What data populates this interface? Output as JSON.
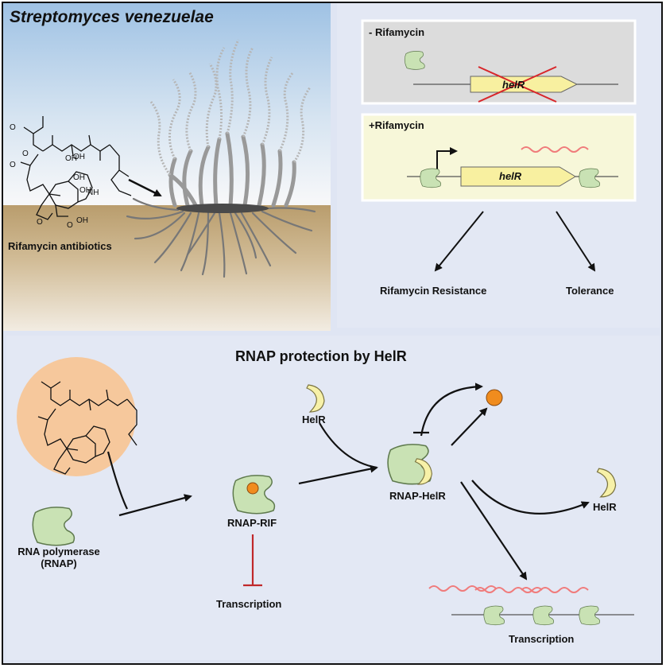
{
  "top_left": {
    "organism": "Streptomyces venezuelae",
    "antibiotic_label": "Rifamycin antibiotics"
  },
  "top_right": {
    "minus_condition": "- Rifamycin",
    "plus_condition": "+Rifamycin",
    "gene_label": "helR",
    "outcome_resistance": "Rifamycin Resistance",
    "outcome_tolerance": "Tolerance"
  },
  "bottom": {
    "title": "RNAP protection by HelR",
    "rnap_label_line1": "RNA polymerase",
    "rnap_label_line2": "(RNAP)",
    "rnap_rif_label": "RNAP-RIF",
    "helr_label": "HelR",
    "rnap_helr_label": "RNAP-HelR",
    "helr_released_label": "HelR",
    "transcription_blocked_label": "Transcription",
    "transcription_active_label": "Transcription"
  },
  "colors": {
    "rnap_fill": "#c9e2b4",
    "helr_fill": "#f7f1a8",
    "rifamycin_dot": "#f08c1e",
    "rifamycin_halo": "#f6c89c",
    "gene_fill": "#f8f0a0",
    "mrna": "#f07b7b",
    "inhibition": "#c0282a",
    "cross": "#d8262a"
  }
}
